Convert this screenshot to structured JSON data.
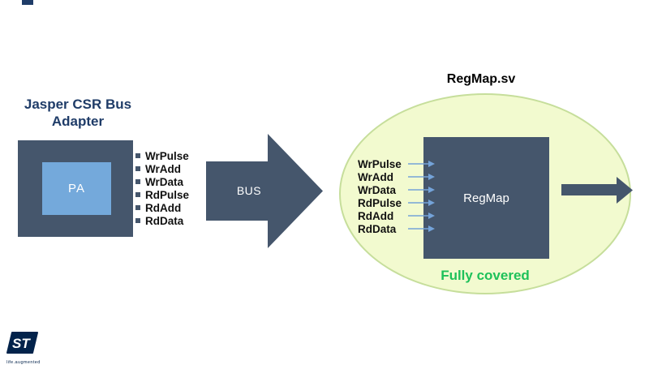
{
  "slide": {
    "adapter": {
      "title_line1": "Jasper CSR Bus",
      "title_line2": "Adapter",
      "block_label": "PA",
      "signals": [
        "WrPulse",
        "WrAdd",
        "WrData",
        "RdPulse",
        "RdAdd",
        "RdData"
      ]
    },
    "bus": {
      "label": "BUS"
    },
    "regmap": {
      "title": "RegMap.sv",
      "block_label": "RegMap",
      "signals": [
        "WrPulse",
        "WrAdd",
        "WrData",
        "RdPulse",
        "RdAdd",
        "RdData"
      ],
      "status_label": "Fully covered"
    },
    "branding": {
      "logo_text": "ST",
      "tagline": "life.augmented"
    },
    "colors": {
      "dark_slate": "#45566C",
      "pa_blue": "#74A9DB",
      "title_navy": "#1F3C68",
      "ellipse_fill": "#F2FACF",
      "ellipse_border": "#C6DE9B",
      "covered_green": "#1EC15A",
      "signal_arrow_blue": "#74A3D9",
      "st_navy": "#03234B"
    }
  }
}
